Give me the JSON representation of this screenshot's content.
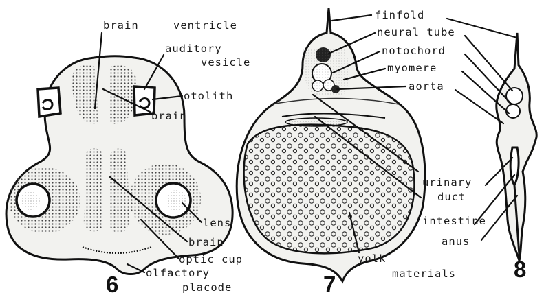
{
  "figure6": {
    "number": "6",
    "labels": {
      "brain_ventricle_1": "brain",
      "brain_ventricle_2": "ventricle",
      "auditory_vesicle_1": "auditory",
      "auditory_vesicle_2": "vesicle",
      "otolith": "otolith",
      "brain_upper": "brain",
      "lens": "lens",
      "brain_lower": "brain",
      "optic_cup": "optic cup",
      "olfactory_placode_1": "olfactory",
      "olfactory_placode_2": "placode"
    }
  },
  "figure7": {
    "number": "7",
    "labels": {
      "finfold": "finfold",
      "neural_tube": "neural tube",
      "notochord": "notochord",
      "myomere": "myomere",
      "aorta": "aorta",
      "urinary_duct_1": "urinary",
      "urinary_duct_2": "duct",
      "intestine": "intestine",
      "yolk_materials_1": "yolk",
      "yolk_materials_2": "materials"
    }
  },
  "figure8": {
    "number": "8",
    "labels": {
      "anus": "anus"
    }
  },
  "colors": {
    "ink": "#111111",
    "paper": "#ffffff",
    "tissue": "#f2f2ef"
  }
}
